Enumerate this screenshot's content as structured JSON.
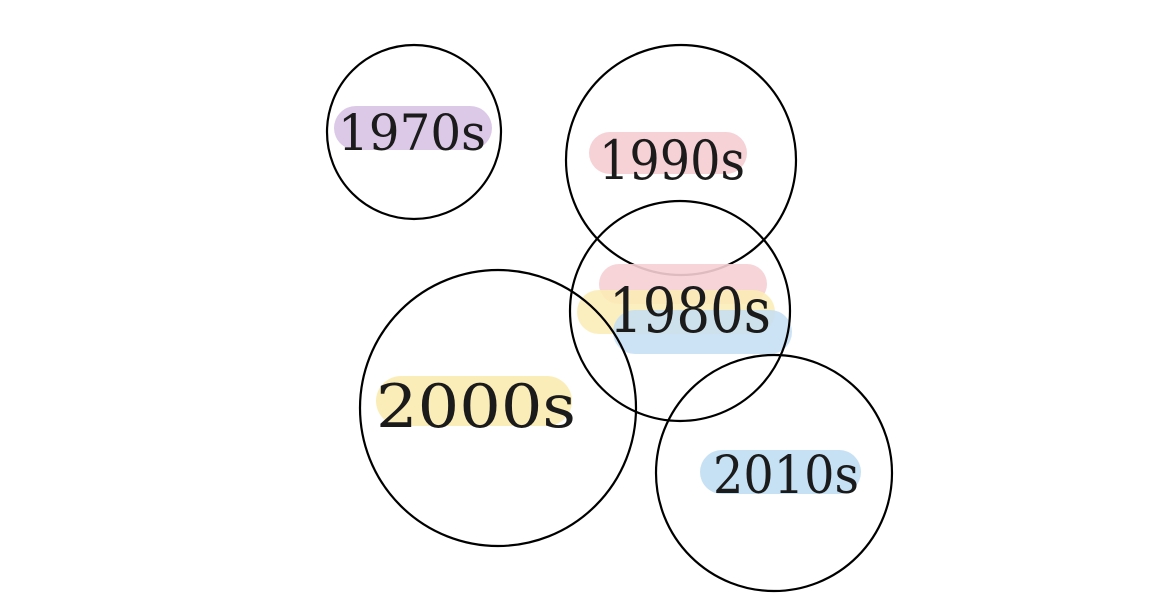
{
  "highlight_colors": {
    "purple": "#d9c6e6",
    "pink": "#f5cfd4",
    "yellow": "#fbecb4",
    "blue": "#c3def3"
  },
  "circles": [
    {
      "label": "1970s",
      "highlights": [
        "purple"
      ]
    },
    {
      "label": "1990s",
      "highlights": [
        "pink"
      ]
    },
    {
      "label": "1980s",
      "highlights": [
        "pink",
        "yellow",
        "blue"
      ]
    },
    {
      "label": "2000s",
      "highlights": [
        "yellow"
      ]
    },
    {
      "label": "2010s",
      "highlights": [
        "blue"
      ]
    }
  ]
}
